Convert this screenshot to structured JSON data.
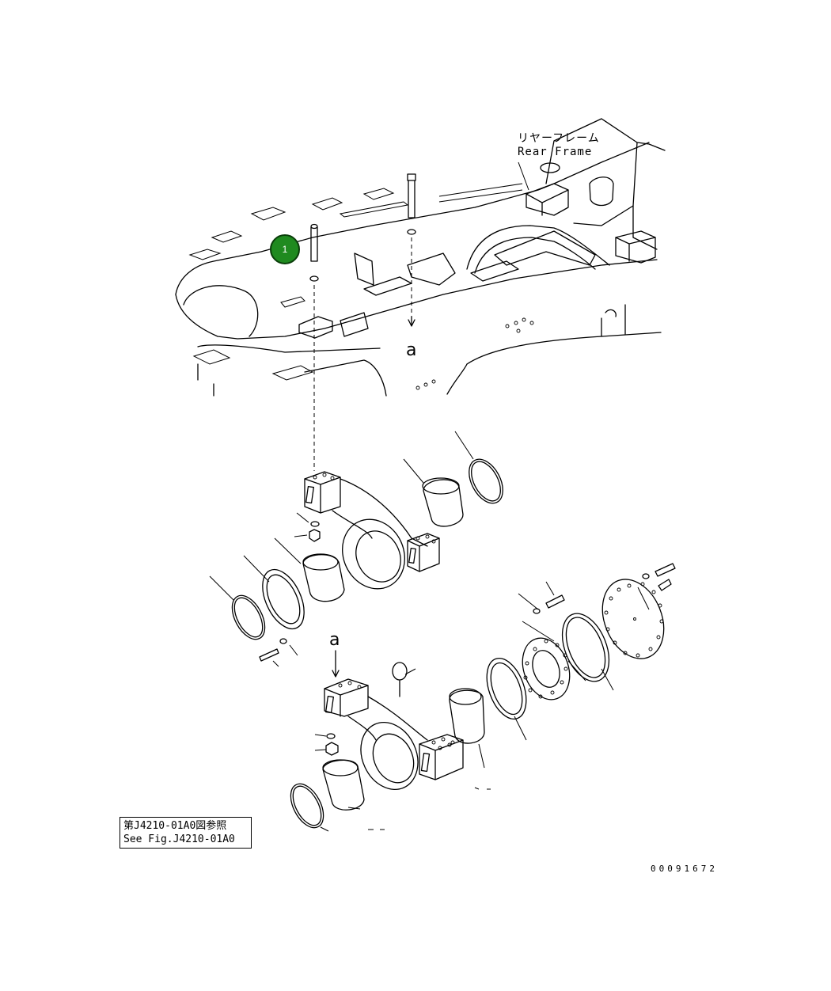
{
  "frame_label": {
    "jp": "リヤーフレーム",
    "en": "Rear Frame"
  },
  "callouts": [
    {
      "number": "1"
    }
  ],
  "arrow_labels": {
    "upper": "a",
    "lower": "a"
  },
  "reference_note": {
    "jp": "第J4210-01A0図参照",
    "en": "See Fig.J4210-01A0"
  },
  "drawing_number": "00091672"
}
